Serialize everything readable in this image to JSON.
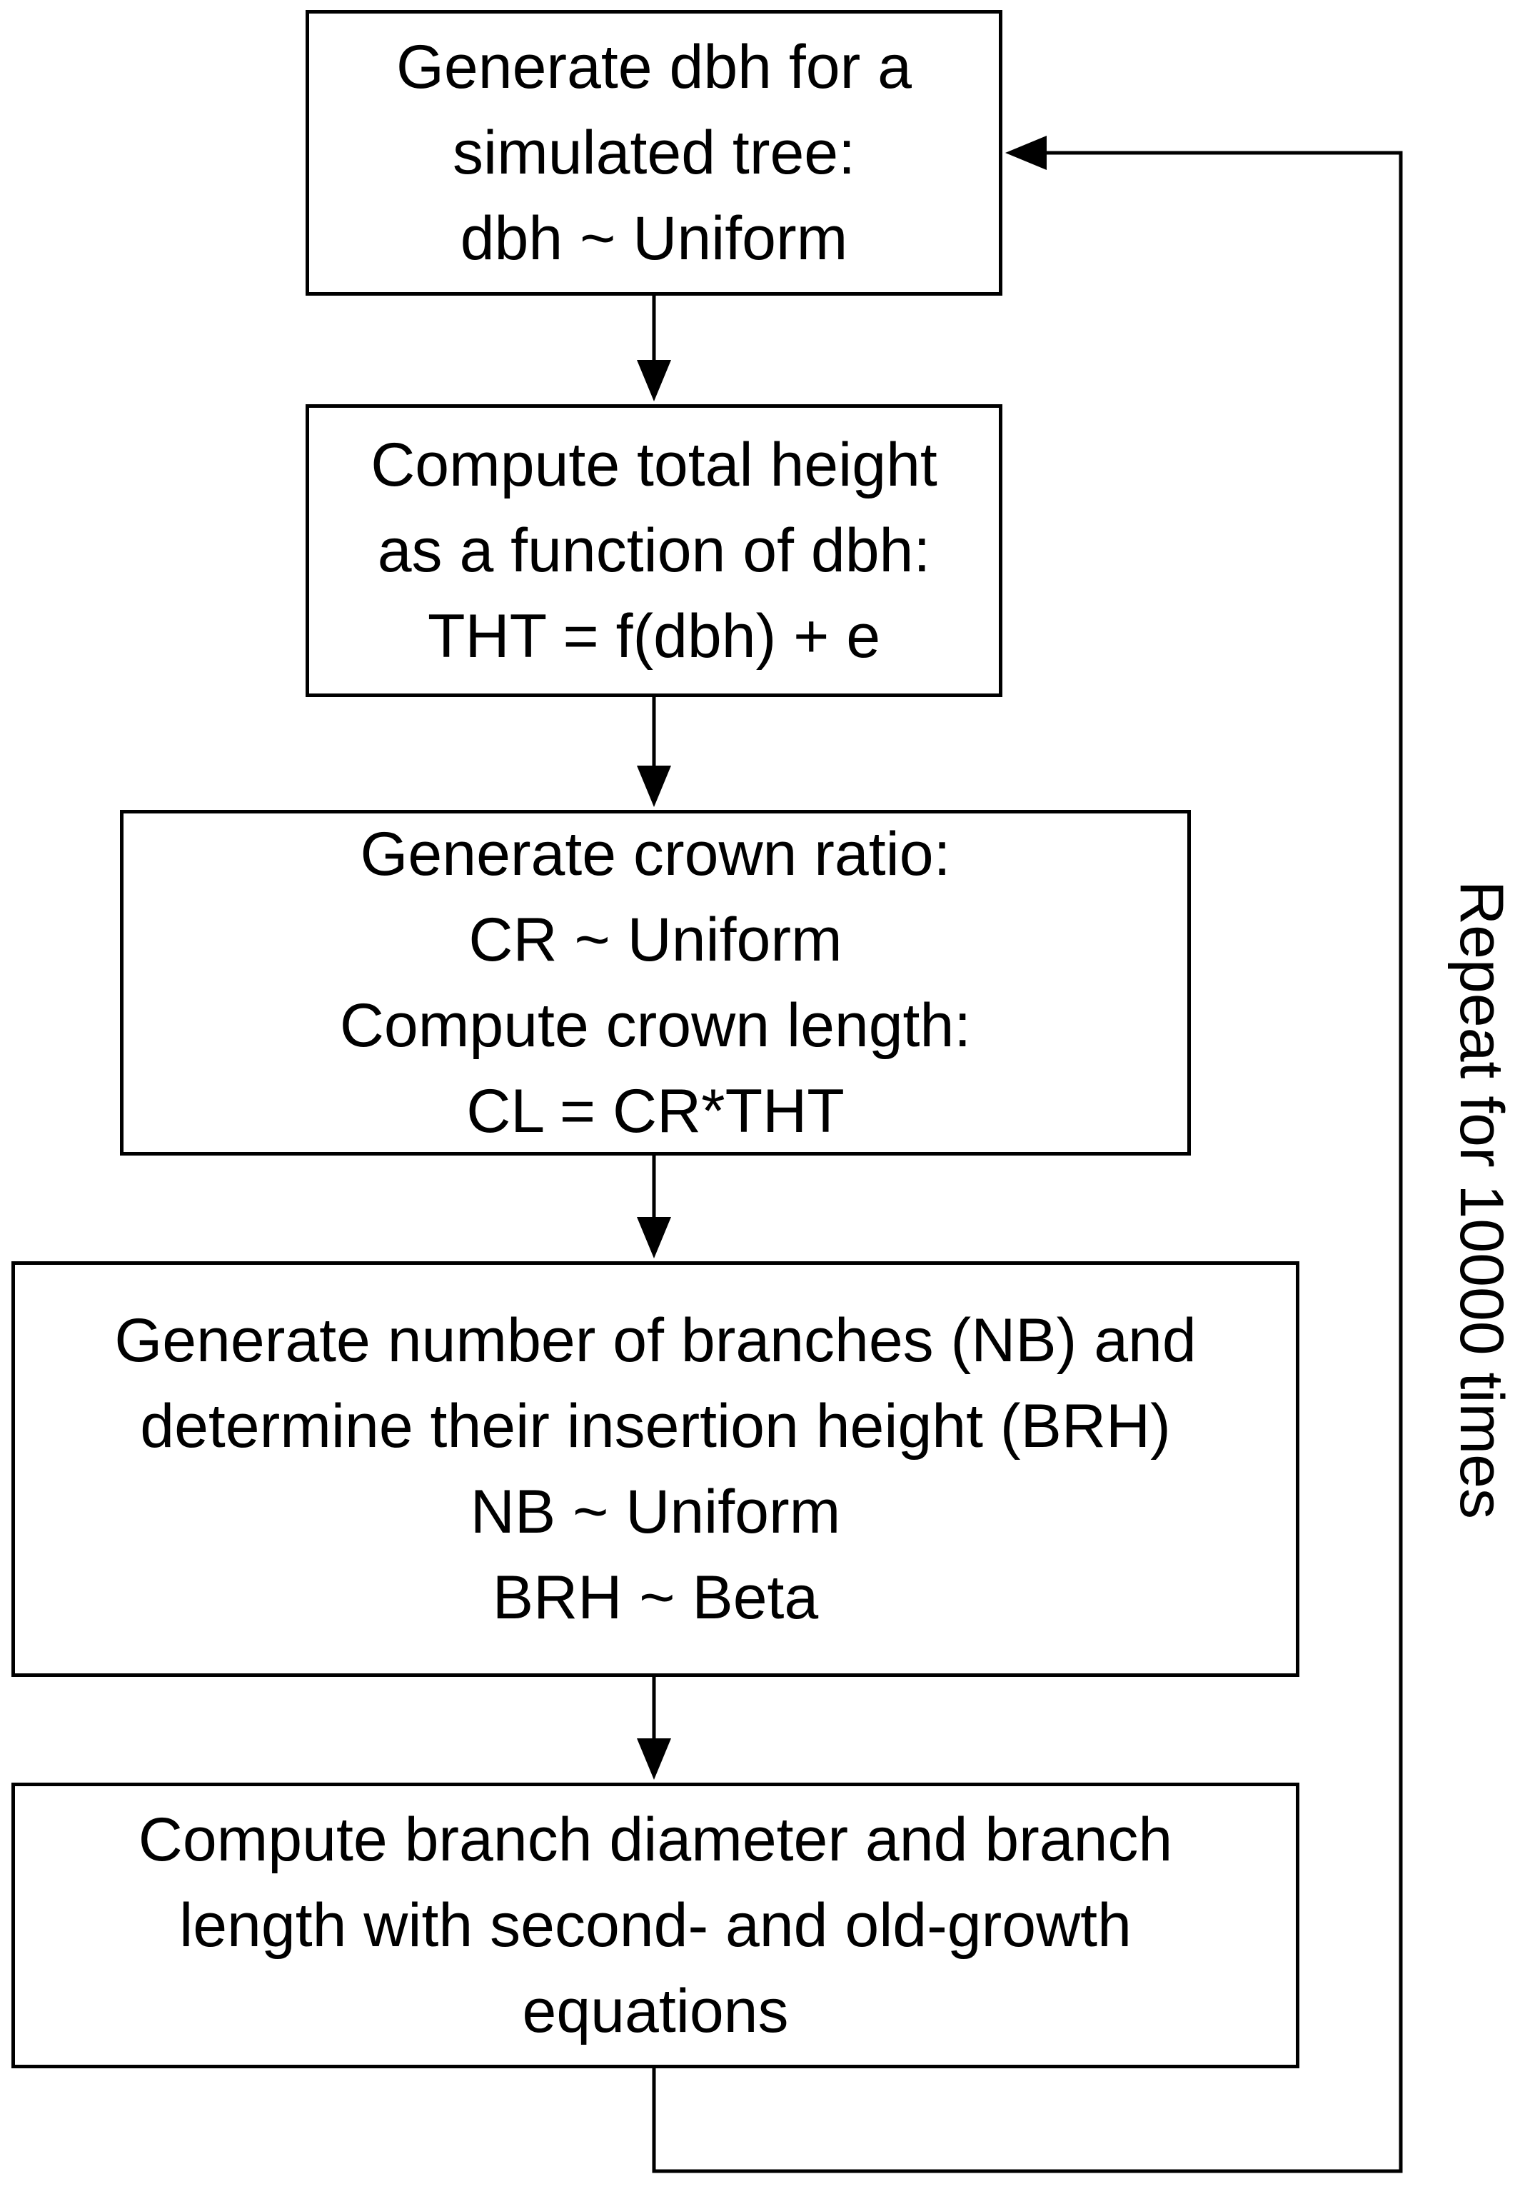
{
  "steps": [
    {
      "id": "generate-dbh",
      "lines": [
        "Generate dbh for a",
        "simulated tree:",
        "dbh ~ Uniform"
      ]
    },
    {
      "id": "compute-height",
      "lines": [
        "Compute total height",
        "as a function of dbh:",
        "THT = f(dbh) + e"
      ]
    },
    {
      "id": "crown",
      "lines": [
        "Generate crown ratio:",
        "CR ~ Uniform",
        "Compute crown length:",
        "CL = CR*THT"
      ]
    },
    {
      "id": "branches",
      "lines": [
        "Generate number of branches (NB) and",
        "determine their insertion height (BRH)",
        "NB ~ Uniform",
        "BRH ~ Beta"
      ]
    },
    {
      "id": "branch-size",
      "lines": [
        "Compute branch diameter and branch",
        "length with second- and old-growth",
        "equations"
      ]
    }
  ],
  "loop": {
    "label": "Repeat for 10000 times"
  },
  "colors": {
    "stroke": "#000000",
    "background": "#ffffff"
  }
}
